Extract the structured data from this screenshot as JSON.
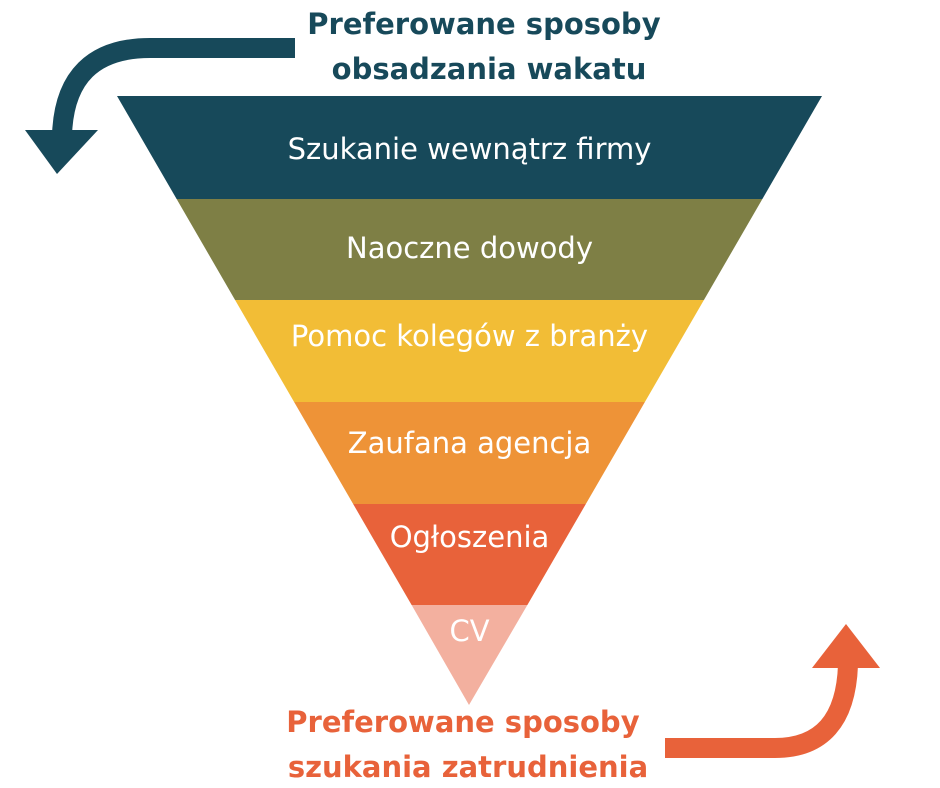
{
  "top_heading": {
    "line1": "Preferowane sposoby",
    "line2": "obsadzania wakatu",
    "color": "#17495a"
  },
  "bottom_heading": {
    "line1": "Preferowane sposoby",
    "line2": "szukania zatrudnienia",
    "color": "#e8623a"
  },
  "pyramid": {
    "layers": [
      {
        "label": "Szukanie wewnątrz firmy",
        "color": "#17495a"
      },
      {
        "label": "Naoczne dowody",
        "color": "#7e7f45"
      },
      {
        "label": "Pomoc kolegów z branży",
        "color": "#f2bd36"
      },
      {
        "label": "Zaufana agencja",
        "color": "#ee9337"
      },
      {
        "label": "Ogłoszenia",
        "color": "#e8623a"
      },
      {
        "label": "CV",
        "color": "#f3b09f"
      }
    ]
  },
  "icons": {
    "top_arrow": "curved-arrow-down-left-icon",
    "bottom_arrow": "curved-arrow-up-right-icon"
  }
}
